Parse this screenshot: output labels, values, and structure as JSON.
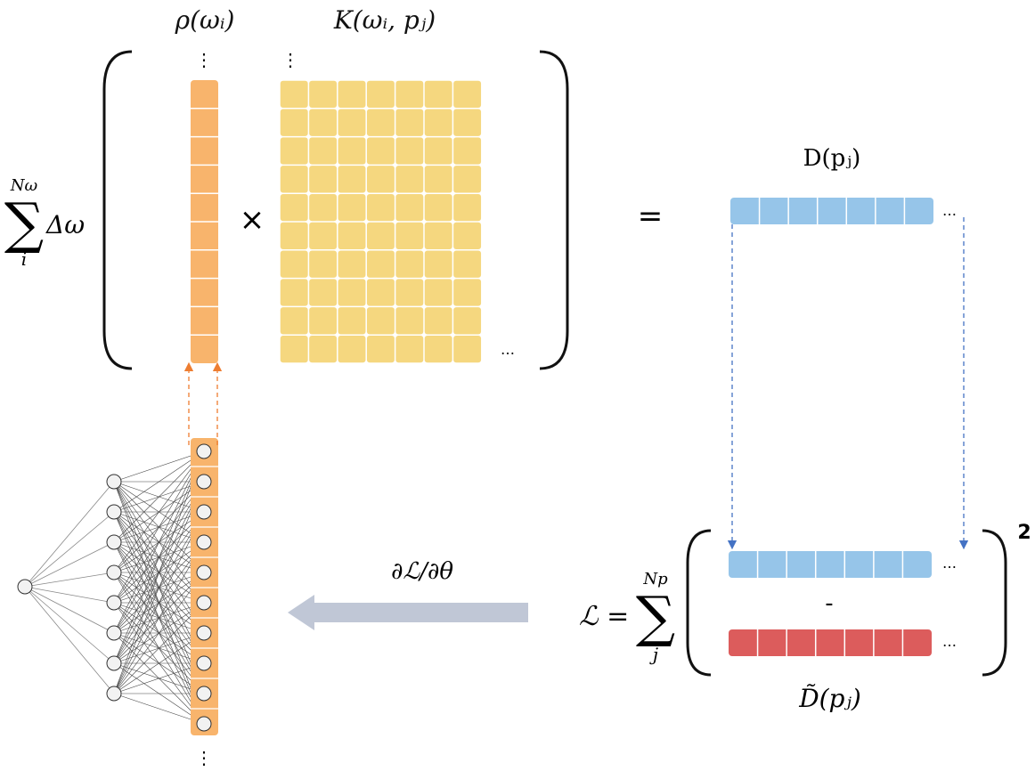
{
  "labels": {
    "rho": "ρ(ωᵢ)",
    "kernel": "K(ωᵢ, pⱼ)",
    "sum_top_upper": "Nω",
    "sum_top_lower": "i",
    "sum_symbol": "∑",
    "delta_omega": "Δω",
    "times": "×",
    "equals": "=",
    "data": "D(pⱼ)",
    "data_tilde": "D̃(pⱼ)",
    "loss_lhs": "ℒ =",
    "sum_bottom_upper": "Np",
    "sum_bottom_lower": "j",
    "minus": "-",
    "square": "2",
    "gradient": "∂ℒ/∂θ",
    "ellipsis_h": "…",
    "ellipsis_v": "⋮"
  },
  "colors": {
    "rho_fill": "#f8b46c",
    "kernel_fill": "#f5d77f",
    "data_fill": "#96c5e9",
    "data_tilde_fill": "#dc5c5c",
    "grad_arrow": "#c0c7d6",
    "dash_orange": "#ed7d31",
    "dash_blue": "#4472c4"
  },
  "structure": {
    "rho_cells": 10,
    "kernel_rows": 10,
    "kernel_cols": 7,
    "data_cells": 7,
    "nn_input_nodes": 1,
    "nn_hidden_nodes": 8,
    "nn_output_nodes": 10
  }
}
